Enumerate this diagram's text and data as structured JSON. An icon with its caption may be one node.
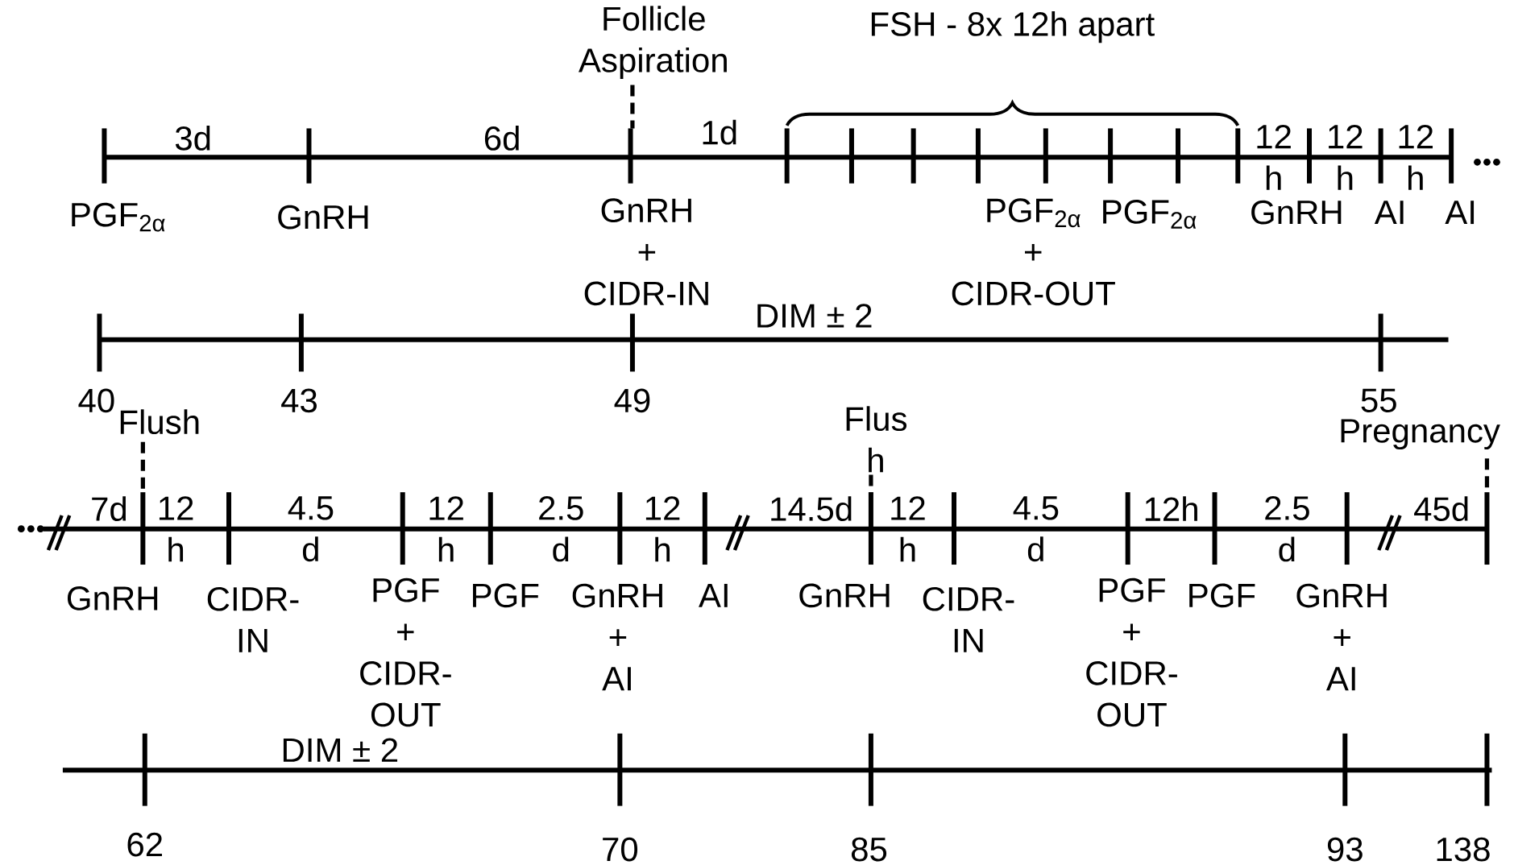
{
  "diagram": {
    "labels": [
      "Follicle Aspiration",
      "FSH - 8x 12h apart",
      "3d",
      "6d",
      "1d",
      "12 h",
      "12 h",
      "12 h",
      "PGF$_{2α}$",
      "GnRH",
      "GnRH + CIDR-IN",
      "PGF$_{2α}$ + CIDR-OUT",
      "PGF$_{2α}$",
      "GnRH",
      "AI",
      "AI",
      "DIM ± 2",
      "40",
      "43",
      "49",
      "55",
      "Flush",
      "Flus h",
      "Pregnancy",
      "7d",
      "12 h",
      "4.5 d",
      "12 h",
      "2.5 d",
      "12 h",
      "14.5d",
      "12 h",
      "4.5 d",
      "12h",
      "2.5 d",
      "45d",
      "GnRH",
      "CIDR- IN",
      "PGF + CIDR- OUT",
      "PGF",
      "GnRH + AI",
      "AI",
      "GnRH",
      "CIDR- IN",
      "PGF + CIDR- OUT",
      "PGF",
      "GnRH + AI",
      "DIM ± 2",
      "62",
      "70",
      "85",
      "93",
      "138"
    ]
  }
}
